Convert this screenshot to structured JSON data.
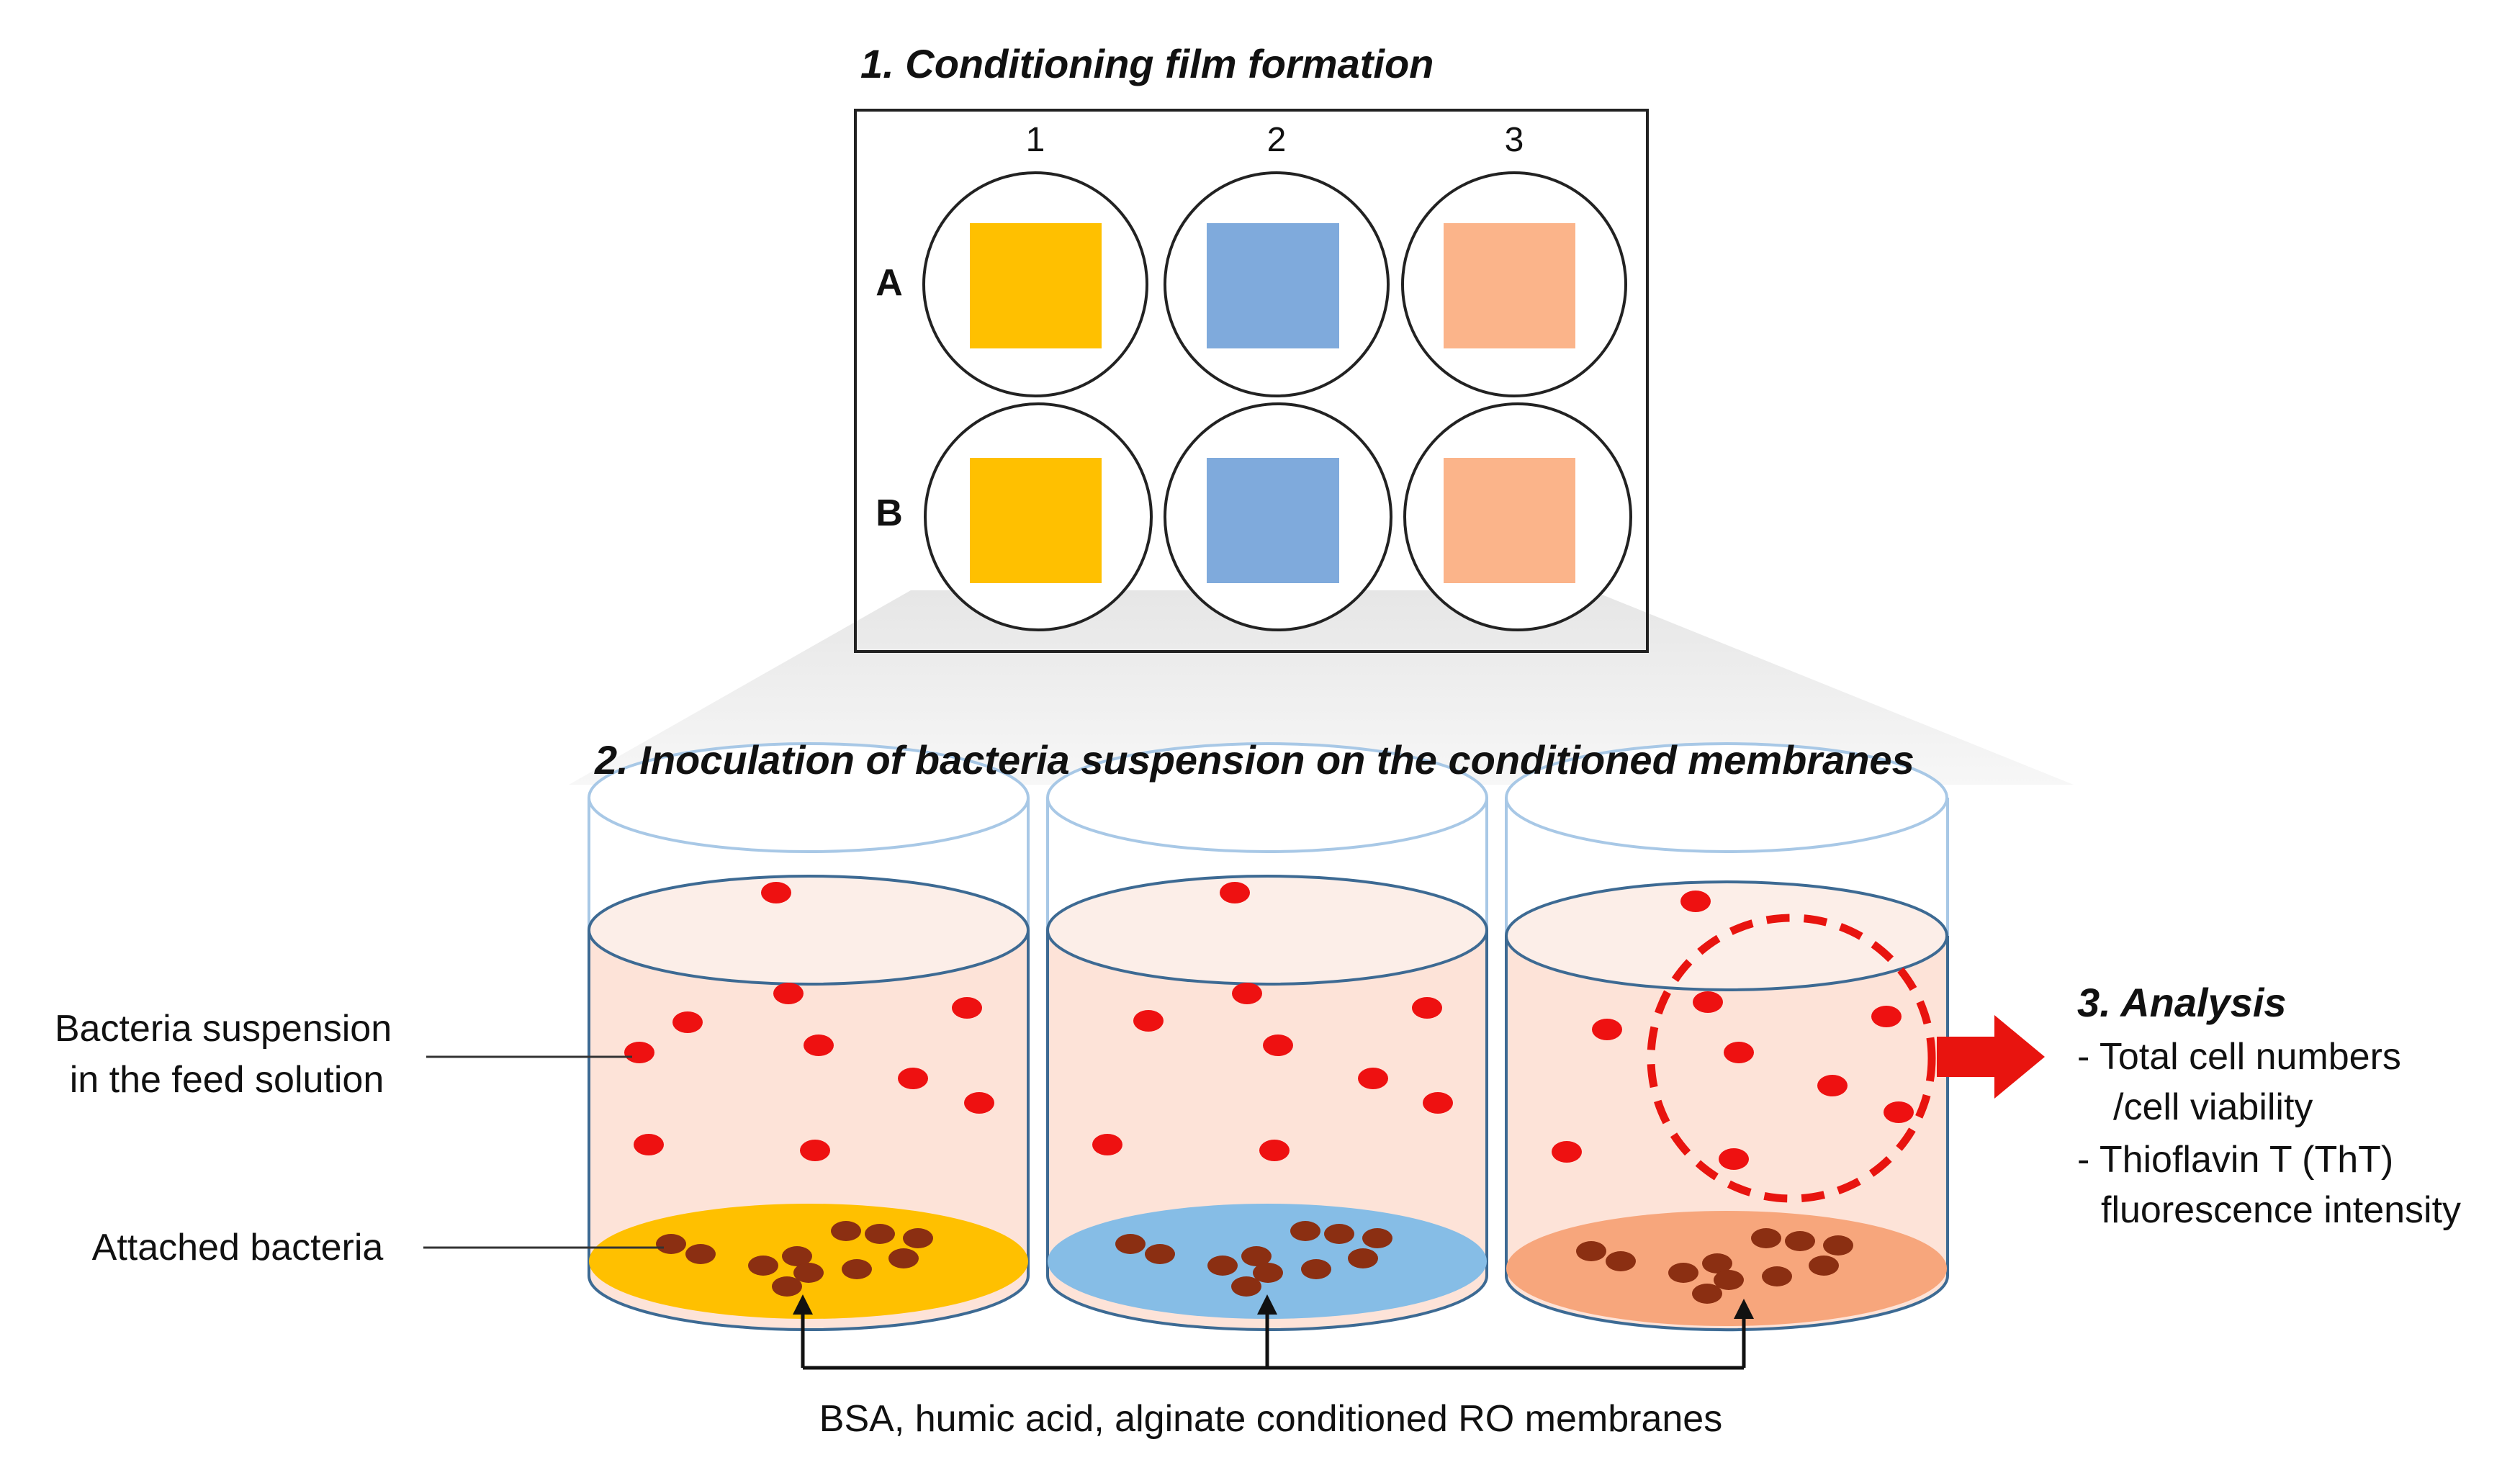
{
  "step1": {
    "title": "1. Conditioning film formation",
    "columns": [
      "1",
      "2",
      "3"
    ],
    "rows": [
      "A",
      "B"
    ]
  },
  "step2": {
    "title": "2. Inoculation of bacteria suspension on the conditioned membranes"
  },
  "step3": {
    "title": "3. Analysis",
    "items": [
      [
        "- Total cell numbers",
        "/cell viability"
      ],
      [
        "- Thioflavin T (ThT)",
        "fluorescence intensity"
      ]
    ]
  },
  "labels": {
    "suspension": [
      "Bacteria suspension",
      "in the feed solution"
    ],
    "attached": "Attached bacteria",
    "membranes": "BSA, humic acid, alginate conditioned RO membranes"
  },
  "colors": {
    "bsa": "#FFC000",
    "humic": "#7FAADC",
    "alginate": "#FBB48A",
    "bsa_membrane": "#FFC000",
    "humic_membrane": "#86BDE6",
    "alginate_membrane": "#F7A67C",
    "liquid": "#FDE3D8",
    "bacteria_suspended": "#EE1111",
    "bacteria_attached": "#8B2F12",
    "arrow_red": "#E8140F",
    "circle_red": "#E8140F"
  }
}
